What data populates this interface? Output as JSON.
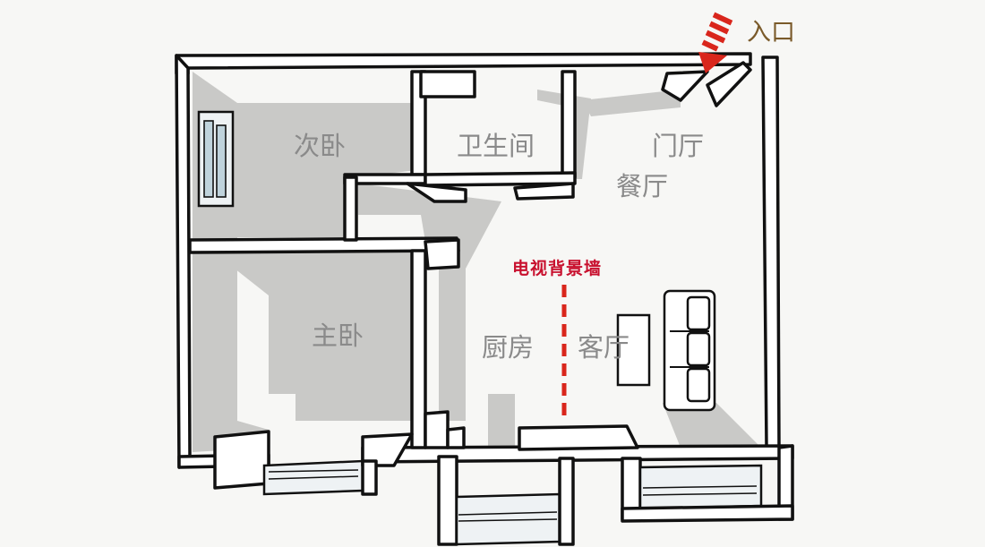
{
  "entrance": {
    "label": "入口",
    "arrow_color": "#d9261c"
  },
  "rooms": {
    "second_bedroom": "次卧",
    "bathroom": "卫生间",
    "foyer": "门厅",
    "dining": "餐厅",
    "master_bedroom": "主卧",
    "kitchen": "厨房",
    "living_room": "客厅"
  },
  "tv_wall": {
    "label": "电视背景墙",
    "color": "#c8102e"
  },
  "colors": {
    "wall_fill": "#ffffff",
    "wall_stroke": "#111111",
    "shadow": "#c9c9c7",
    "background": "#f7f7f5",
    "window_glass": "#bfd3dc"
  }
}
